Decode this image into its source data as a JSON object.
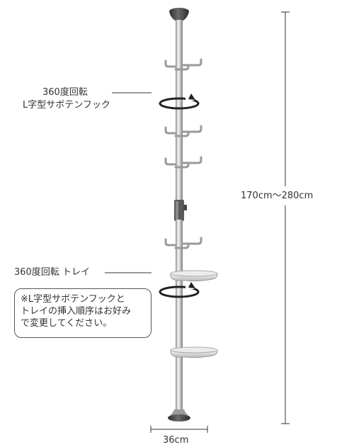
{
  "labels": {
    "rotate_hook_line1": "360度回転",
    "rotate_hook_line2": "L字型サボテンフック",
    "rotate_tray": "360度回転 トレイ",
    "height_range": "170cm〜280cm",
    "width": "36cm"
  },
  "note": {
    "lines": [
      "※L字型サボテンフックと",
      "トレイの挿入順序はお好み",
      "で変更してください。"
    ]
  },
  "colors": {
    "pole_light": "#f4f4f4",
    "pole_mid": "#cfcfcf",
    "pole_dark": "#8a8a8a",
    "cap": "#4a4a4a",
    "arrow": "#222222",
    "line": "#333333"
  }
}
